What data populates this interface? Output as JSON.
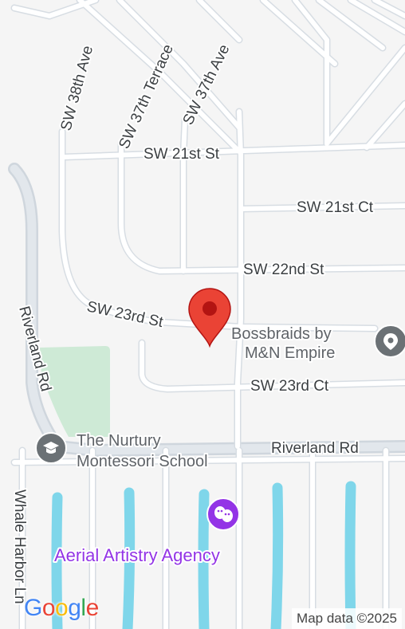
{
  "map": {
    "streets": {
      "sw_38th_ave": "SW 38th Ave",
      "sw_37th_terrace": "SW 37th Terrace",
      "sw_37th_ave": "SW 37th Ave",
      "sw_21st_st": "SW 21st St",
      "sw_21st_ct": "SW 21st Ct",
      "sw_22nd_st": "SW 22nd St",
      "sw_23rd_st": "SW 23rd St",
      "sw_23rd_ct": "SW 23rd Ct",
      "riverland_rd_vertical": "Riverland Rd",
      "riverland_rd_horizontal": "Riverland Rd",
      "whale_harbor_ln": "Whale Harbor Ln"
    },
    "places": {
      "bossbraids_line1": "Bossbraids by",
      "bossbraids_line2": "M&N Empire",
      "nurtury_line1": "The Nurtury",
      "nurtury_line2": "Montessori School",
      "aerial_artistry": "Aerial Artistry Agency"
    },
    "logo": {
      "g1": "G",
      "o1": "o",
      "o2": "o",
      "g2": "g",
      "l": "l",
      "e": "e"
    },
    "attribution": "Map data ©2025",
    "colors": {
      "background": "#f5f5f5",
      "road": "#ffffff",
      "road_casing": "#d7dde3",
      "major_road": "#cfd6dd",
      "park": "#ceead6",
      "canal": "#7fd6ea",
      "pin": "#ea4335",
      "attraction": "#9334e6",
      "school_icon": "#5f6368"
    }
  }
}
